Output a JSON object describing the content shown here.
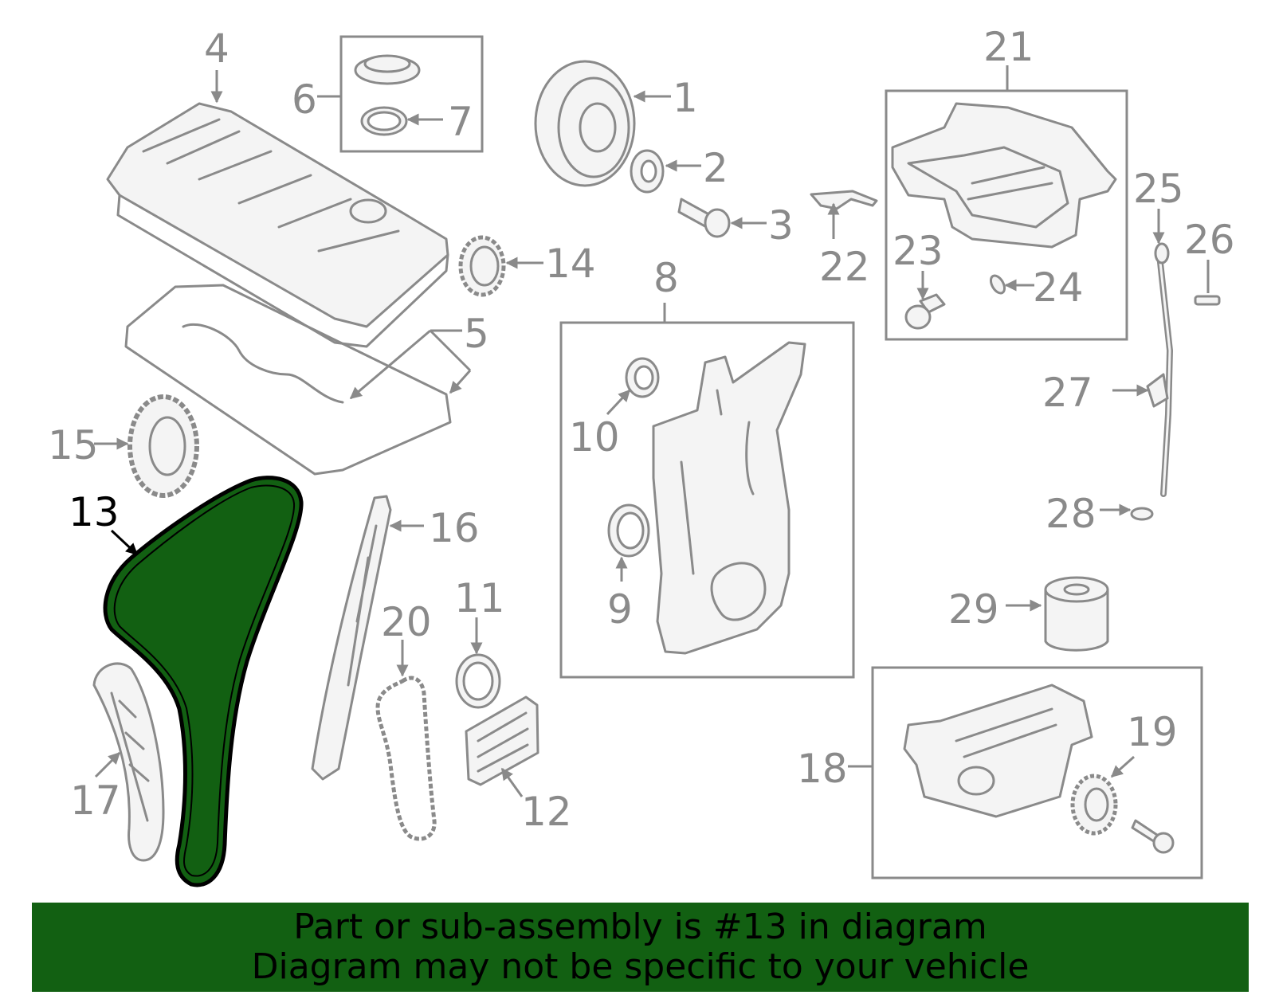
{
  "colors": {
    "highlight": "#126012",
    "banner": "#126012",
    "part_stroke": "#8a8a8a",
    "label_default": "#8a8a8a",
    "label_highlight": "#000000"
  },
  "highlighted_part": "13",
  "labels": {
    "p1": "1",
    "p2": "2",
    "p3": "3",
    "p4": "4",
    "p5": "5",
    "p6": "6",
    "p7": "7",
    "p8": "8",
    "p9": "9",
    "p10": "10",
    "p11": "11",
    "p12": "12",
    "p13": "13",
    "p14": "14",
    "p15": "15",
    "p16": "16",
    "p17": "17",
    "p18": "18",
    "p19": "19",
    "p20": "20",
    "p21": "21",
    "p22": "22",
    "p23": "23",
    "p24": "24",
    "p25": "25",
    "p26": "26",
    "p27": "27",
    "p28": "28",
    "p29": "29"
  },
  "banner": {
    "line1": "Part or sub-assembly is #13 in diagram",
    "line2": "Diagram may not be specific to your vehicle"
  }
}
